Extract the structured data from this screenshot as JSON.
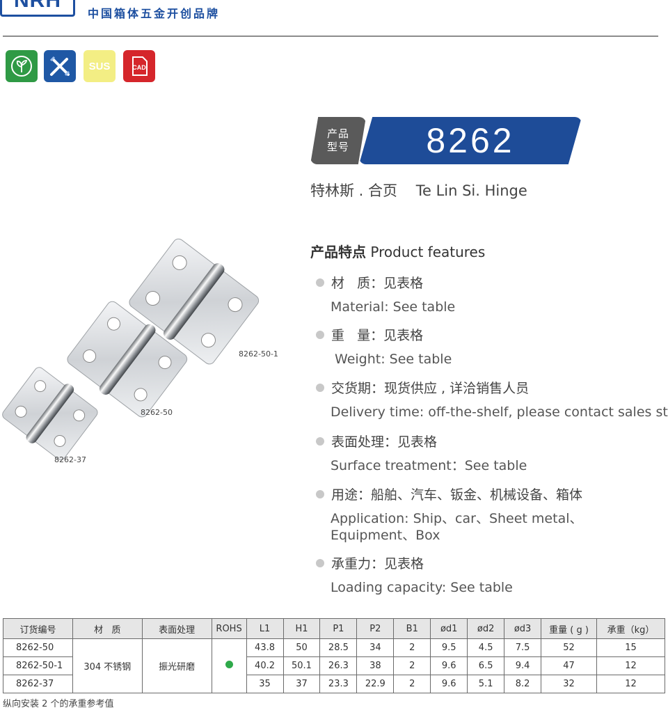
{
  "header": {
    "logo_text": "NRH",
    "slogan": "中国箱体五金开创品牌"
  },
  "badges": [
    {
      "name": "eco",
      "color": "#2f9a45"
    },
    {
      "name": "tools",
      "color": "#1f58a5"
    },
    {
      "name": "sus",
      "label": "SUS",
      "color": "#f3ee84"
    },
    {
      "name": "cad",
      "label": "CAD",
      "color": "#d5262b"
    }
  ],
  "model": {
    "tag_line1": "产品",
    "tag_line2": "型号",
    "number": "8262",
    "name": "特林斯 . 合页    Te Lin Si. Hinge"
  },
  "features": {
    "title_zh": "产品特点",
    "title_en": "Product features",
    "items": [
      {
        "zh": "材   质：见表格",
        "en": "Material: See table"
      },
      {
        "zh": "重   量：见表格",
        "en": " Weight: See table"
      },
      {
        "zh": "交货期：现货供应 , 详洽销售人员",
        "en": "Delivery time: off-the-shelf, please contact sales staff"
      },
      {
        "zh": "表面处理：见表格",
        "en": "Surface treatment：See table"
      },
      {
        "zh": "用途：船舶、汽车、钣金、机械设备、箱体",
        "en": "Application: Ship、car、Sheet metal、\nEquipment、Box"
      },
      {
        "zh": "承重力：见表格",
        "en": "Loading capacity: See table"
      }
    ]
  },
  "image_labels": {
    "large": "8262-50-1",
    "medium": "8262-50",
    "small": "8262-37"
  },
  "table": {
    "headers": [
      "订货编号",
      "材   质",
      "表面处理",
      "ROHS",
      "L1",
      "H1",
      "P1",
      "P2",
      "B1",
      "ød1",
      "ød2",
      "ød3",
      "重量 ( g )",
      "承重（kg）"
    ],
    "material": "304 不锈钢",
    "finish": "振光研磨",
    "rows": [
      {
        "code": "8262-50",
        "L1": "43.8",
        "H1": "50",
        "P1": "28.5",
        "P2": "34",
        "B1": "2",
        "d1": "9.5",
        "d2": "4.5",
        "d3": "7.5",
        "weight": "52",
        "load": "15"
      },
      {
        "code": "8262-50-1",
        "L1": "40.2",
        "H1": "50.1",
        "P1": "26.3",
        "P2": "38",
        "B1": "2",
        "d1": "9.6",
        "d2": "6.5",
        "d3": "9.4",
        "weight": "47",
        "load": "12"
      },
      {
        "code": "8262-37",
        "L1": "35",
        "H1": "37",
        "P1": "23.3",
        "P2": "22.9",
        "B1": "2",
        "d1": "9.6",
        "d2": "5.1",
        "d3": "8.2",
        "weight": "32",
        "load": "12"
      }
    ],
    "note": "纵向安装 2 个的承重参考值"
  }
}
